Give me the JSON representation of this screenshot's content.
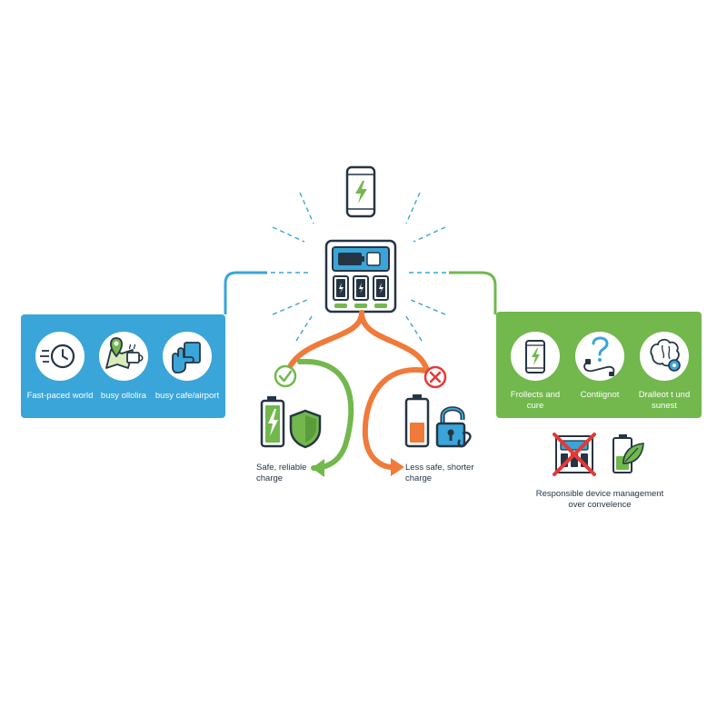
{
  "left_panel": {
    "items": [
      {
        "icon": "clock-icon",
        "label": "Fast-paced world"
      },
      {
        "icon": "map-coffee-icon",
        "label": "busy ollolira"
      },
      {
        "icon": "hand-pointer-icon",
        "label": "busy cafe/airport"
      }
    ]
  },
  "right_panel": {
    "items": [
      {
        "icon": "phone-charging-icon",
        "label_lines": [
          "Frollects and",
          "cure"
        ]
      },
      {
        "icon": "question-cable-icon",
        "label_lines": [
          "Contiignot"
        ]
      },
      {
        "icon": "brain-gear-icon",
        "label_lines": [
          "Dralleot t und",
          "sunest"
        ]
      }
    ]
  },
  "outcomes": {
    "safe": {
      "label_lines": [
        "Safe, reliable",
        "charge"
      ]
    },
    "unsafe": {
      "label_lines": [
        "Less safe, shorter",
        "charge"
      ]
    }
  },
  "responsible": {
    "label_lines": [
      "Responsible device management",
      "over convelence"
    ]
  },
  "colors": {
    "blue": "#3aa5d8",
    "green": "#72b84d",
    "orange": "#f07a3a",
    "red": "#e53935",
    "dark": "#263544"
  }
}
